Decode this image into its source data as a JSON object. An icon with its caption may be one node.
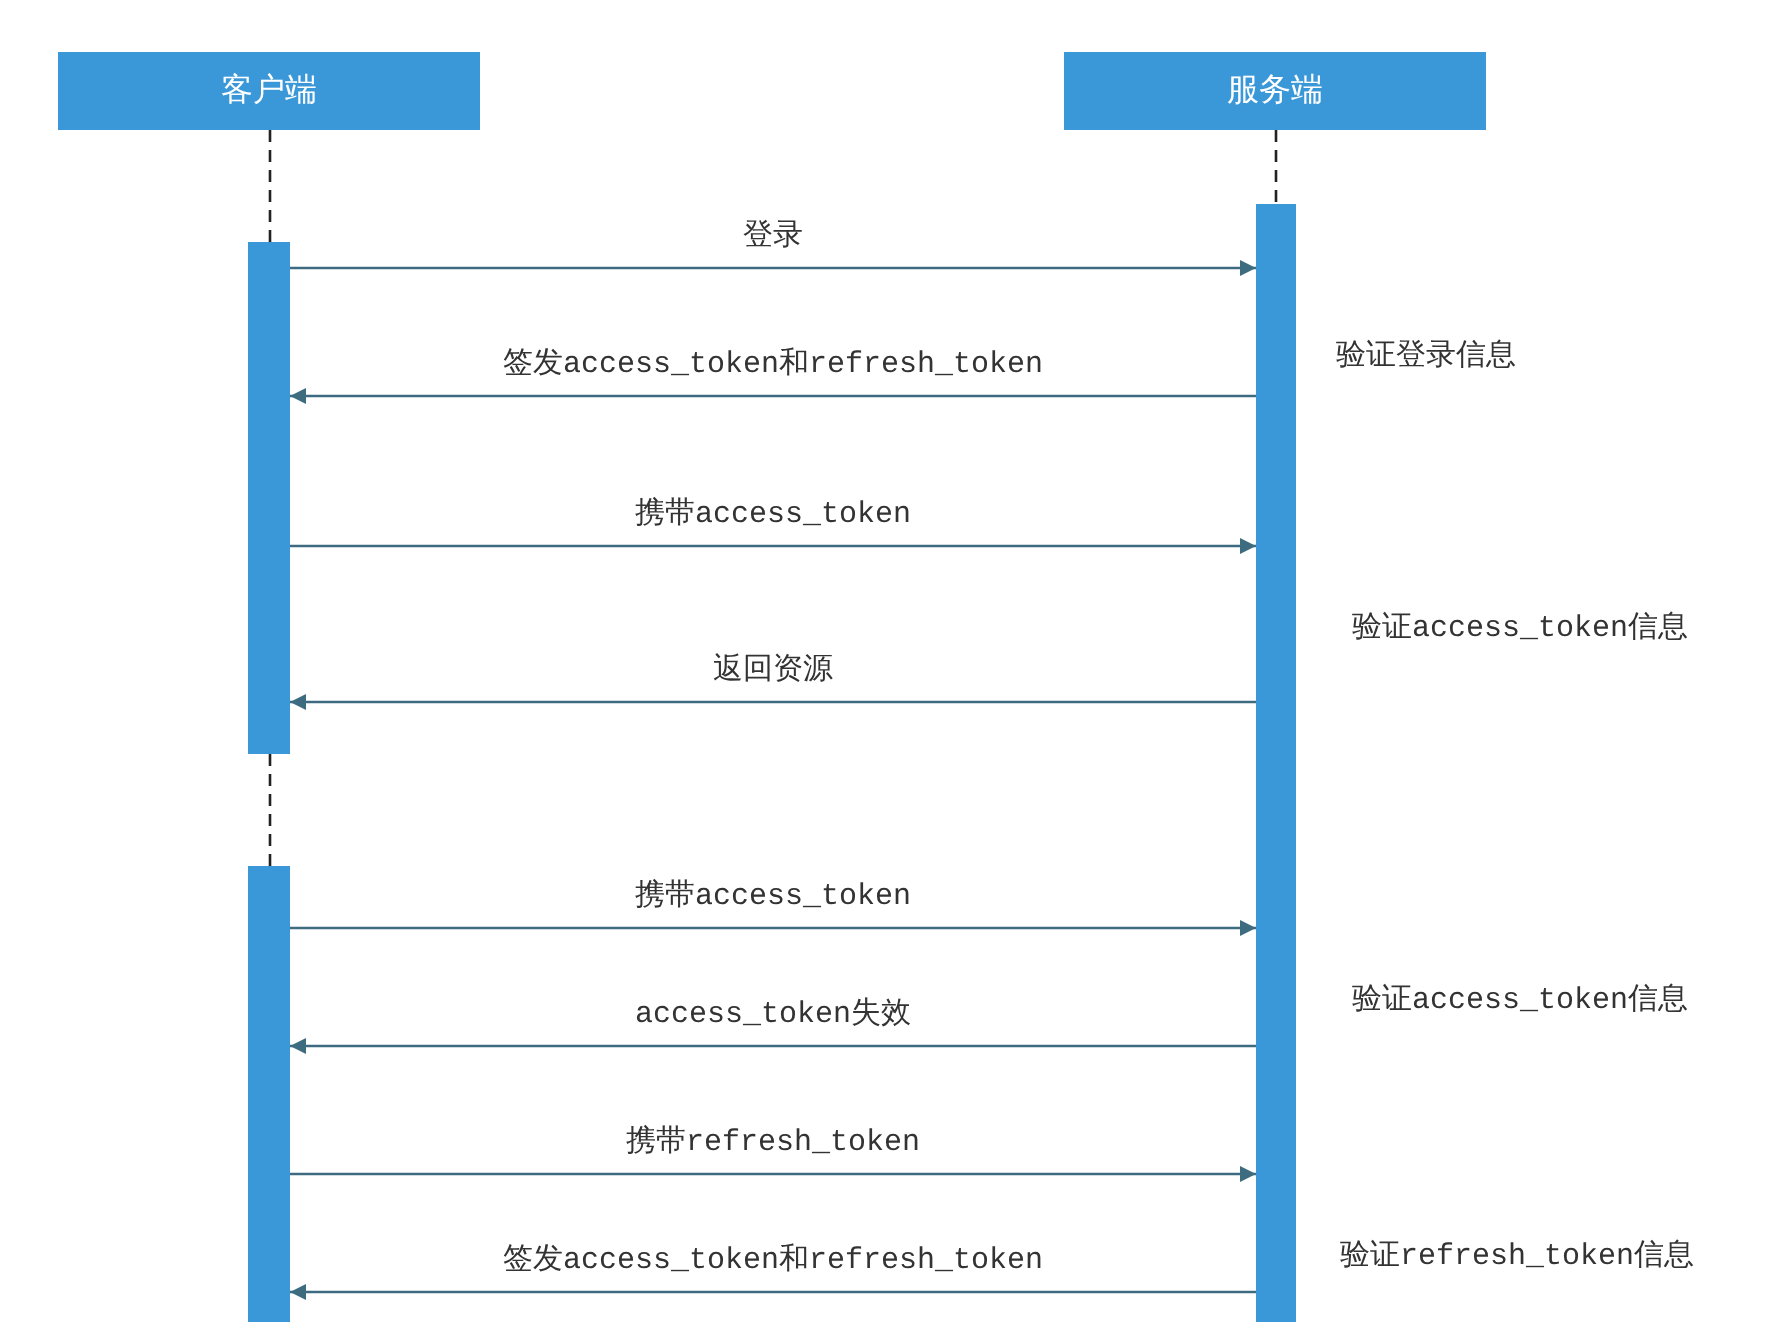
{
  "diagram": {
    "nodes": [
      {
        "text": [
          "客户端"
        ]
      },
      {
        "text": [
          "服务端"
        ]
      },
      {
        "text": [],
        "shape": "bar"
      },
      {
        "text": [],
        "shape": "bar"
      },
      {
        "text": [],
        "shape": "bar"
      }
    ],
    "edges": [
      {
        "from": 2,
        "to": 4,
        "arrow": "to",
        "label": "登录"
      },
      {
        "from": 4,
        "to": 2,
        "arrow": "to",
        "label": "签发access_token和refresh_token"
      },
      {
        "from": 2,
        "to": 4,
        "arrow": "to",
        "label": "携带access_token"
      },
      {
        "from": 4,
        "to": 2,
        "arrow": "to",
        "label": "返回资源"
      },
      {
        "from": 3,
        "to": 4,
        "arrow": "to",
        "label": "携带access_token"
      },
      {
        "from": 4,
        "to": 3,
        "arrow": "to",
        "label": "access_token失效"
      },
      {
        "from": 3,
        "to": 4,
        "arrow": "to",
        "label": "携带refresh_token"
      },
      {
        "from": 4,
        "to": 3,
        "arrow": "to",
        "label": "签发access_token和refresh_token"
      },
      {
        "from": 0,
        "to": 2,
        "arrow": "none",
        "style": "dashed",
        "color": "#222222"
      },
      {
        "from": 2,
        "to": 3,
        "arrow": "none",
        "style": "dashed",
        "color": "#222222"
      },
      {
        "from": 1,
        "to": 4,
        "arrow": "none",
        "style": "dashed",
        "color": "#222222"
      }
    ],
    "labels": [
      "验证登录信息",
      "验证access_token信息",
      "验证access_token信息",
      "验证refresh_token信息"
    ]
  }
}
